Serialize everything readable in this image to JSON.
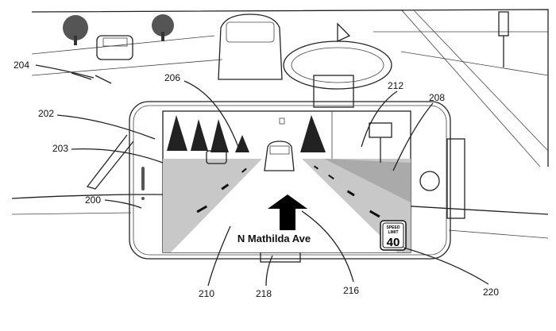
{
  "figure": {
    "street_name": "N Mathilda Ave",
    "speed_sign": {
      "line1": "SPEED",
      "line2": "LIMIT",
      "value": "40"
    },
    "reference_numerals": {
      "windshield_view": "204",
      "car_ahead_screen": "206",
      "device_display": "202",
      "camera_view": "203",
      "device": "200",
      "sign_in_view": "212",
      "road_edge": "208",
      "road": "210",
      "street_label": "218",
      "direction_arrow": "216",
      "speed_limit": "220"
    }
  }
}
